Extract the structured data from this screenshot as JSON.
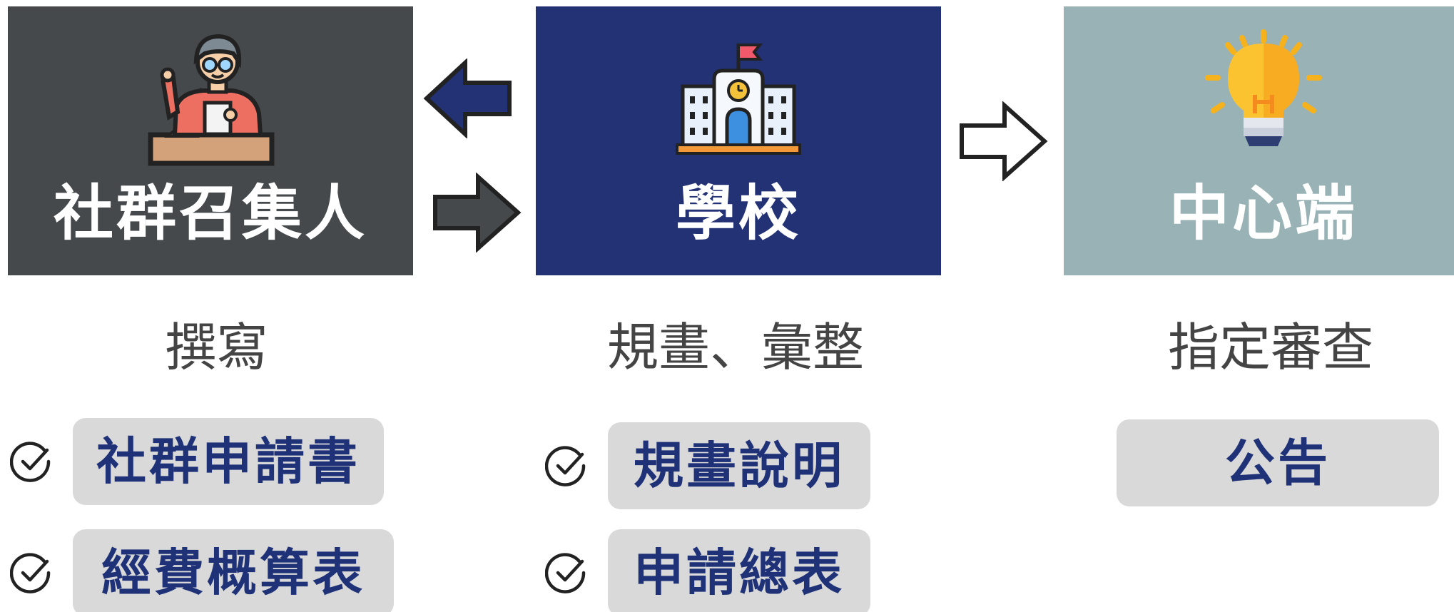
{
  "colors": {
    "convener_bg": "#45494c",
    "school_bg": "#233175",
    "center_bg": "#98b2b5",
    "pill_bg": "#d9d9d9",
    "pill_text": "#1f3278"
  },
  "nodes": [
    {
      "id": "convener",
      "title": "社群召集人",
      "icon": "speaker-at-podium-icon",
      "action": "撰寫",
      "items": [
        "社群申請書",
        "經費概算表"
      ]
    },
    {
      "id": "school",
      "title": "學校",
      "icon": "school-building-icon",
      "action": "規畫、彙整",
      "items": [
        "規畫說明",
        "申請總表"
      ]
    },
    {
      "id": "center",
      "title": "中心端",
      "icon": "lightbulb-icon",
      "action": "指定審查",
      "items": [
        "公告"
      ]
    }
  ],
  "arrows": [
    {
      "from": "school",
      "to": "convener",
      "style": "filled-navy"
    },
    {
      "from": "convener",
      "to": "school",
      "style": "filled-dark-gray"
    },
    {
      "from": "school",
      "to": "center",
      "style": "outline"
    }
  ]
}
